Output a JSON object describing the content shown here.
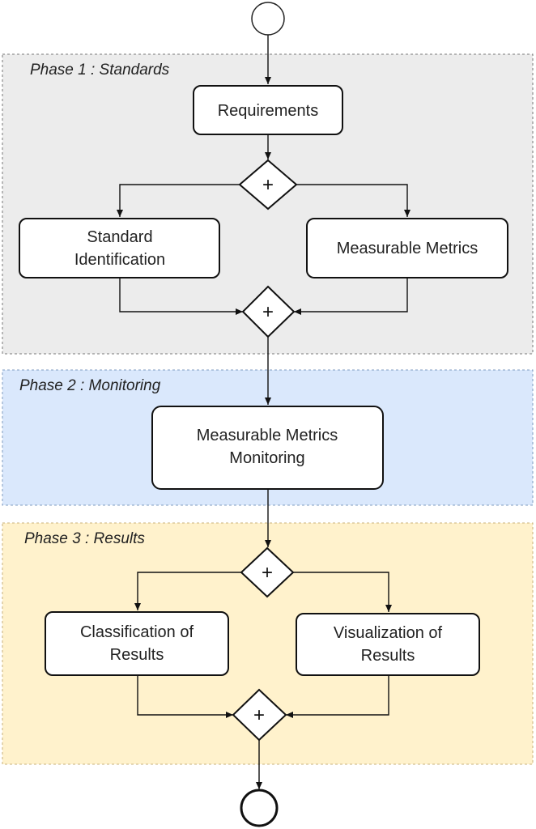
{
  "phases": [
    {
      "id": "phase1",
      "label": "Phase 1 : Standards",
      "fill": "#ececec",
      "stroke": "#777777"
    },
    {
      "id": "phase2",
      "label": "Phase 2 : Monitoring",
      "fill": "#dae8fc",
      "stroke": "#7f9bc0"
    },
    {
      "id": "phase3",
      "label": "Phase 3 : Results",
      "fill": "#fff2cc",
      "stroke": "#c9b27a"
    }
  ],
  "nodes": {
    "requirements": [
      "Requirements"
    ],
    "standard_identification": [
      "Standard",
      "Identification"
    ],
    "measurable_metrics": [
      "Measurable Metrics"
    ],
    "metrics_monitoring": [
      "Measurable Metrics",
      "Monitoring"
    ],
    "classification": [
      "Classification of",
      "Results"
    ],
    "visualization": [
      "Visualization of",
      "Results"
    ]
  },
  "gateway_symbol": "+"
}
